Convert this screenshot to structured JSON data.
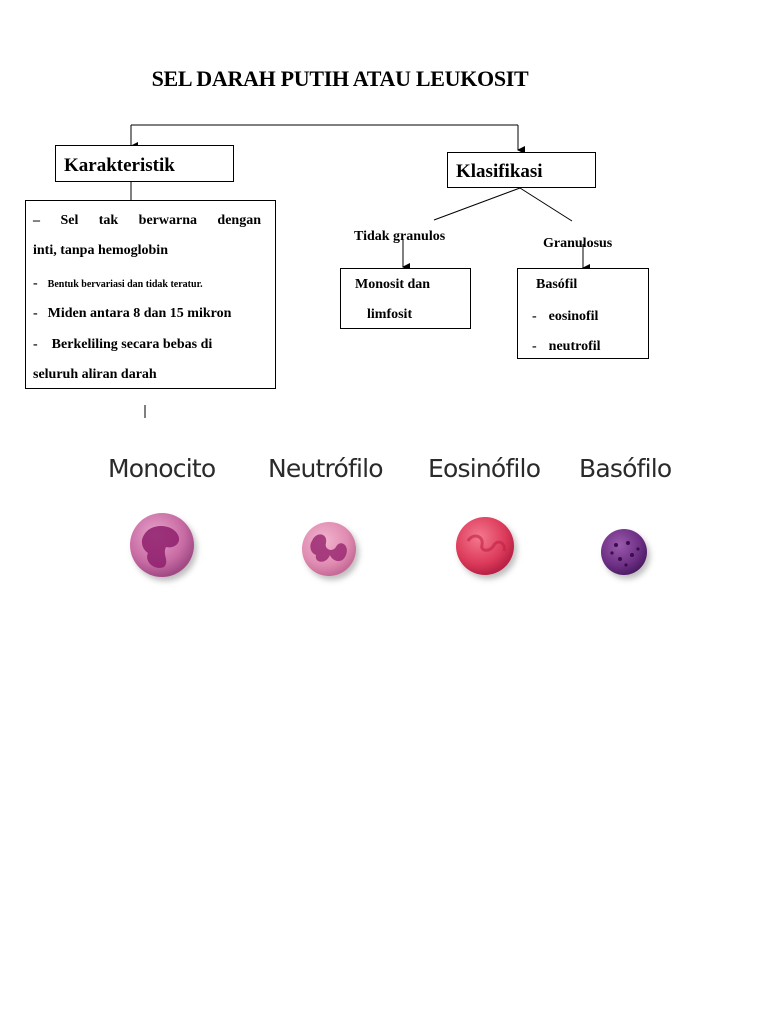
{
  "title": "SEL DARAH PUTIH ATAU LEUKOSIT",
  "karakteristik": {
    "heading": "Karakteristik",
    "item1_dash": "–",
    "item1_line1_words": [
      "Sel",
      "tak",
      "berwarna",
      "dengan"
    ],
    "item1_line2": "inti, tanpa hemoglobin",
    "item2_dash": "-",
    "item2": "Bentuk bervariasi dan tidak teratur.",
    "item3_dash": "-",
    "item3": "Miden antara 8 dan 15 mikron",
    "item4_dash": "-",
    "item4_line1": "Berkeliling secara bebas di",
    "item4_line2": "seluruh aliran darah"
  },
  "klasifikasi": {
    "heading": "Klasifikasi",
    "left_label": "Tidak granulos",
    "right_label": "Granulosus",
    "left_box_line1": "Monosit dan",
    "left_box_line2": "limfosit",
    "right_box_line1": "Basófil",
    "right_box_item1_dash": "-",
    "right_box_item1": "eosinofil",
    "right_box_item2_dash": "-",
    "right_box_item2": "neutrofil"
  },
  "cells": [
    {
      "label": "Monocito",
      "color": "#a8307a"
    },
    {
      "label": "Neutrófilo",
      "color": "#c85a8e"
    },
    {
      "label": "Eosinófilo",
      "color": "#d8344e"
    },
    {
      "label": "Basófilo",
      "color": "#6a2a7e"
    }
  ]
}
